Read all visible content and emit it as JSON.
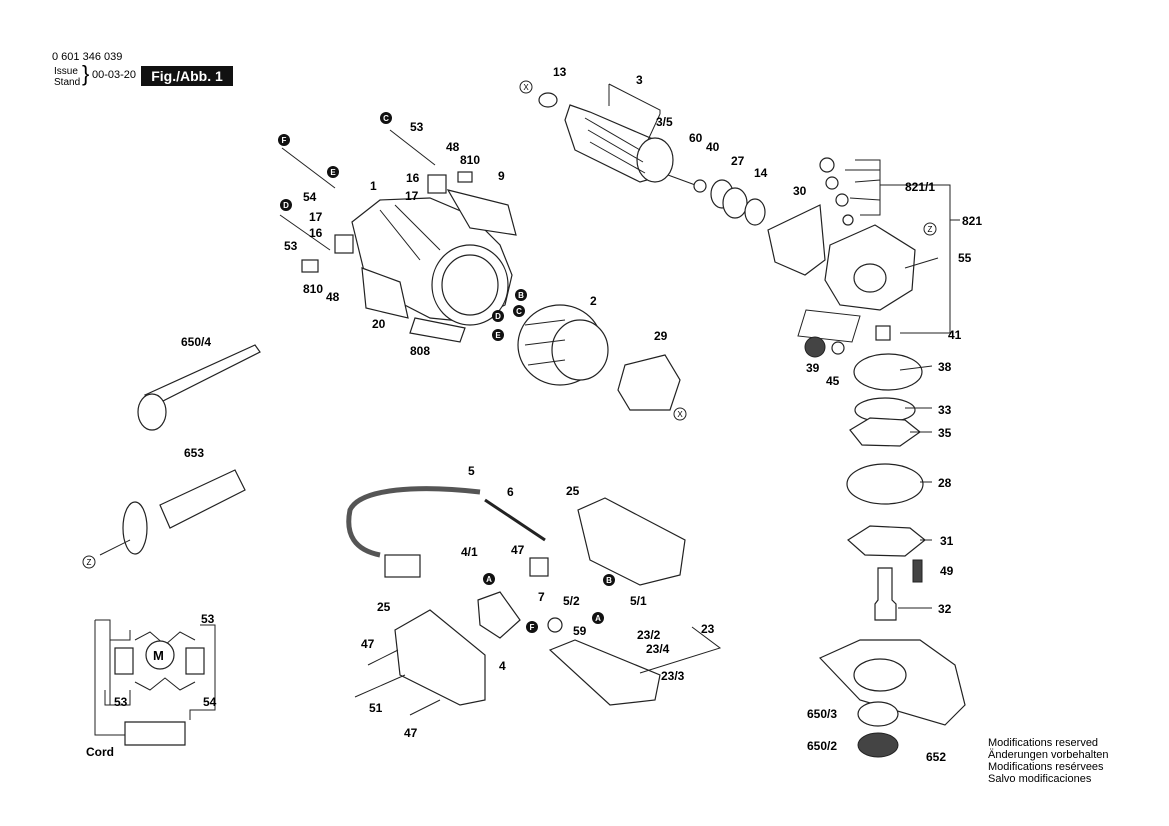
{
  "header": {
    "document_number": "0 601 346 039",
    "issue_label": "Issue",
    "stand_label": "Stand",
    "brace": "}",
    "issue_date": "00-03-20",
    "figure_label": "Fig./Abb. 1"
  },
  "part_labels": {
    "p1": "1",
    "p2": "2",
    "p3": "3",
    "p3_5": "3/5",
    "p4": "4",
    "p4_1": "4/1",
    "p5": "5",
    "p5_1": "5/1",
    "p5_2": "5/2",
    "p6": "6",
    "p7": "7",
    "p9": "9",
    "p13": "13",
    "p14": "14",
    "p16a": "16",
    "p16b": "16",
    "p17a": "17",
    "p17b": "17",
    "p20": "20",
    "p23": "23",
    "p23_2": "23/2",
    "p23_3": "23/3",
    "p23_4": "23/4",
    "p25a": "25",
    "p25b": "25",
    "p27": "27",
    "p28": "28",
    "p29": "29",
    "p30": "30",
    "p31": "31",
    "p32": "32",
    "p33": "33",
    "p35": "35",
    "p38": "38",
    "p39": "39",
    "p40": "40",
    "p41": "41",
    "p45": "45",
    "p47a": "47",
    "p47b": "47",
    "p47c": "47",
    "p48a": "48",
    "p48b": "48",
    "p49": "49",
    "p51": "51",
    "p53a": "53",
    "p53b": "53",
    "p54": "54",
    "p55": "55",
    "p59": "59",
    "p60": "60",
    "p650_2": "650/2",
    "p650_3": "650/3",
    "p650_4": "650/4",
    "p652": "652",
    "p653": "653",
    "p808": "808",
    "p810a": "810",
    "p810b": "810",
    "p821": "821",
    "p821_1": "821/1"
  },
  "callouts": {
    "A": "A",
    "B": "B",
    "C": "C",
    "D": "D",
    "E": "E",
    "F": "F"
  },
  "marks": {
    "X": "X",
    "Z": "Z"
  },
  "wiring": {
    "motor": "M",
    "brush_left": "53",
    "brush_right": "53",
    "switch": "54",
    "cord": "Cord"
  },
  "notes": [
    "Modifications reserved",
    "Änderungen vorbehalten",
    "Modifications resérvees",
    "Salvo modificaciones"
  ]
}
